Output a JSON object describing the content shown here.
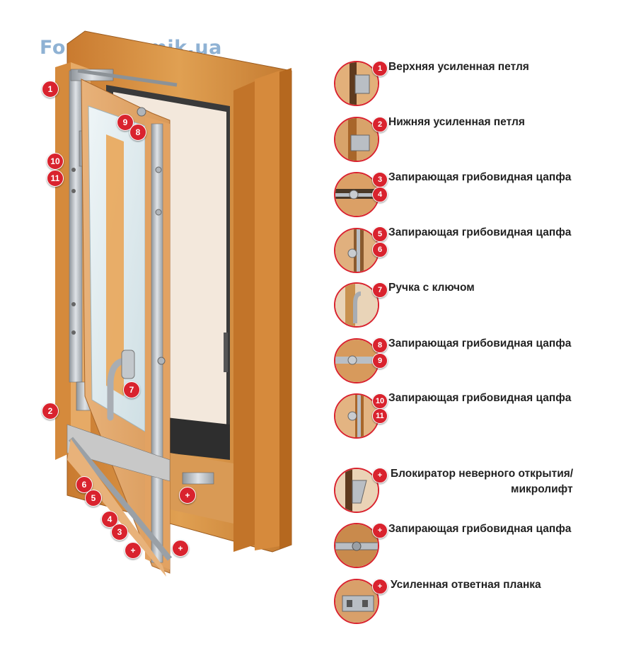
{
  "watermark": {
    "text": "Forum.Domik.ua",
    "dot_colors": [
      "#4a6fa5",
      "#f0c020",
      "#d9232e"
    ]
  },
  "colors": {
    "badge": "#d9232e",
    "wood": "#d9923f",
    "wood_dark": "#b8722b",
    "metal": "#b9bec4",
    "glass": "#dde9ee"
  },
  "diagram_badges": [
    "1",
    "9",
    "8",
    "10",
    "11",
    "7",
    "2",
    "6",
    "5",
    "4",
    "3",
    "+",
    "+",
    "+"
  ],
  "legend": [
    {
      "badges": [
        "1"
      ],
      "text": "Верхняя усиленная петля"
    },
    {
      "badges": [
        "2"
      ],
      "text": "Нижняя усиленная петля"
    },
    {
      "badges": [
        "3",
        "4"
      ],
      "text": "Запирающая грибовидная цапфа"
    },
    {
      "badges": [
        "5",
        "6"
      ],
      "text": "Запирающая грибовидная цапфа"
    },
    {
      "badges": [
        "7"
      ],
      "text": "Ручка с ключом"
    },
    {
      "badges": [
        "8",
        "9"
      ],
      "text": "Запирающая грибовидная цапфа"
    },
    {
      "badges": [
        "10",
        "11"
      ],
      "text": "Запирающая грибовидная цапфа"
    },
    {
      "badges": [
        "+"
      ],
      "text_line1": "Блокиратор неверного открытия/",
      "text_line2": "микролифт"
    },
    {
      "badges": [
        "+"
      ],
      "text": "Запирающая грибовидная цапфа"
    },
    {
      "badges": [
        "+"
      ],
      "text": "Усиленная ответная планка"
    }
  ]
}
